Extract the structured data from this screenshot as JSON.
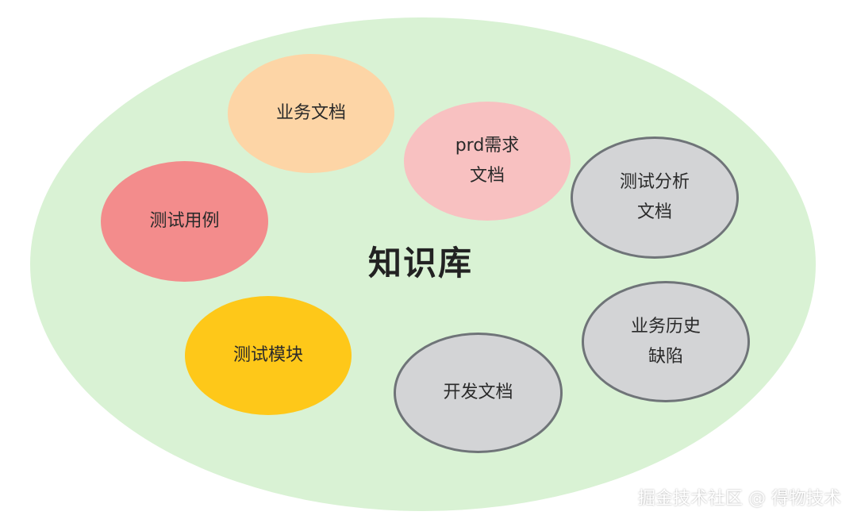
{
  "title": "知识库",
  "colors": {
    "outer": "#d9f2d4",
    "peach": "#fdd5a6",
    "pink": "#f8c1c1",
    "red": "#f38c8c",
    "yellow": "#fec819",
    "gray": "#d3d4d6",
    "gray_border": "#6f7478"
  },
  "nodes": {
    "biz_doc": "业务文档",
    "prd_line1": "prd需求",
    "prd_line2": "文档",
    "test_analysis_line1": "测试分析",
    "test_analysis_line2": "文档",
    "test_case": "测试用例",
    "test_module": "测试模块",
    "biz_defect_line1": "业务历史",
    "biz_defect_line2": "缺陷",
    "dev_doc": "开发文档"
  },
  "watermark": "掘金技术社区 @ 得物技术"
}
